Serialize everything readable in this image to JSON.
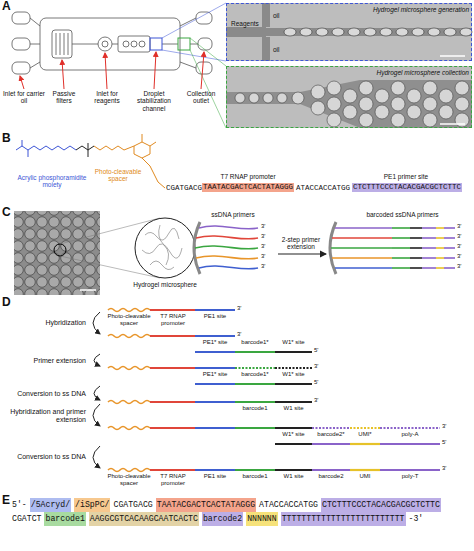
{
  "diagram": {
    "nodes": [
      {
        "text": [
          "Reagents",
          "oil",
          "oil",
          "Hydrogel microsphere generation"
        ]
      },
      {
        "text": [
          "Hydrogel microsphere collection"
        ]
      },
      {
        "text": [
          "TAATACGACTCACTATAGGG"
        ]
      },
      {
        "text": [
          "CTCTTTCCCTACACGACGCTCTTC"
        ]
      },
      {
        "text": [
          "/5Acryd/"
        ]
      },
      {
        "text": [
          "/iSpPC/"
        ]
      },
      {
        "text": [
          "TAATACGACTCACTATAGGG"
        ]
      },
      {
        "text": [
          "CTCTTTCCCTACACGACGCTCTTC"
        ]
      },
      {
        "text": [
          "barcode1"
        ]
      },
      {
        "text": [
          "AAGGCGTCACAAGCAATCACTC"
        ]
      },
      {
        "text": [
          "barcode2"
        ]
      },
      {
        "text": [
          "NNNNNN"
        ]
      },
      {
        "text": [
          "TTTTTTTTTTTTTTTTTTTTTTTTT"
        ]
      }
    ],
    "labels": [
      "A",
      "Inlet for carrier oil",
      "Passive filters",
      "Inlet for reagents",
      "Droplet stabilization channel",
      "Collection outlet",
      "B",
      "Acrylic phosphoramidite moiety",
      "Photo-cleavable spacer",
      "CGATGACG",
      "T7 RNAP promoter",
      "ATACCACCATGG",
      "PE1 primer site",
      "C",
      "Hydrogel microsphere",
      "ssDNA primers",
      "3'",
      "3'",
      "3'",
      "3'",
      "3'",
      "2-step primer extension",
      "barcoded ssDNA primers",
      "3'",
      "3'",
      "3'",
      "3'",
      "3'",
      "D",
      "Hybridization",
      "Primer extension",
      "Conversion to ss DNA",
      "Hybridization and primer extension",
      "Conversion to ss DNA",
      "Photo-cleavable spacer",
      "T7 RNAP promoter",
      "PE1 site",
      "3'",
      "3'",
      "PE1* site",
      "barcode1*",
      "W1* site",
      "5'",
      "3'",
      "PE1* site",
      "barcode1*",
      "W1* site",
      "5'",
      "3'",
      "barcode1",
      "W1 site",
      "3'",
      "W1* site",
      "barcode2*",
      "UMI*",
      "poly-A",
      "5'",
      "3'",
      "Photo-cleavable spacer",
      "T7 RNAP promoter",
      "PE1 site",
      "barcode1",
      "W1 site",
      "barcode2",
      "UMI",
      "poly-T",
      "E",
      "5'-",
      "CGATGACG",
      "ATACCACCATGG",
      "CGATCT",
      "-3'"
    ]
  }
}
